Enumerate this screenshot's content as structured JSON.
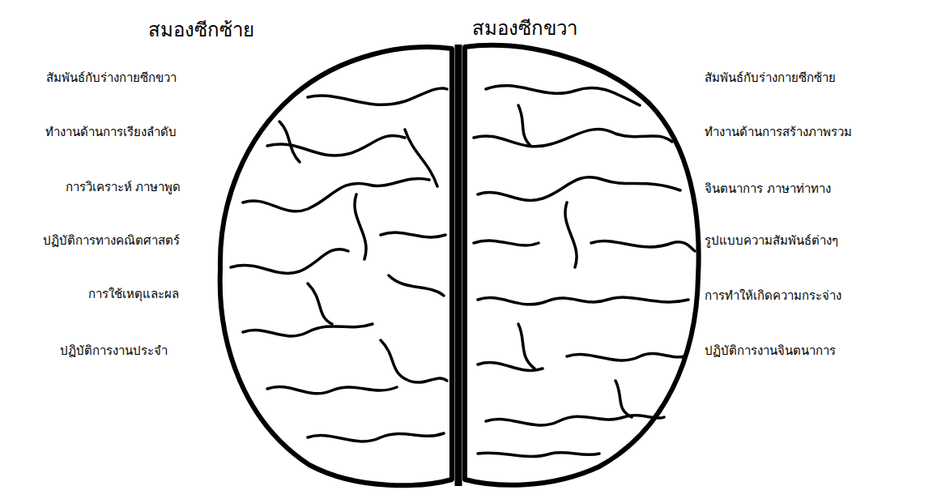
{
  "diagram": {
    "labels": [
      "สมองซีกซ้าย",
      "สมองซีกขวา",
      "สัมพันธ์กับร่างกายซีกขวา",
      "ทำงานด้านการเรียงลำดับ",
      "การวิเคราะห์ ภาษาพูด",
      "ปฏิบัติการทางคณิตศาสตร์",
      "การใช้เหตุและผล",
      "ปฏิบัติการงานประจำ",
      "สัมพันธ์กับร่างกายซีกซ้าย",
      "ทำงานด้านการสร้างภาพรวม",
      "จินตนาการ ภาษาท่าทาง",
      "รูปแบบความสัมพันธ์ต่างๆ",
      "การทำให้เกิดความกระจ่าง",
      "ปฏิบัติการงานจินตนาการ"
    ]
  }
}
